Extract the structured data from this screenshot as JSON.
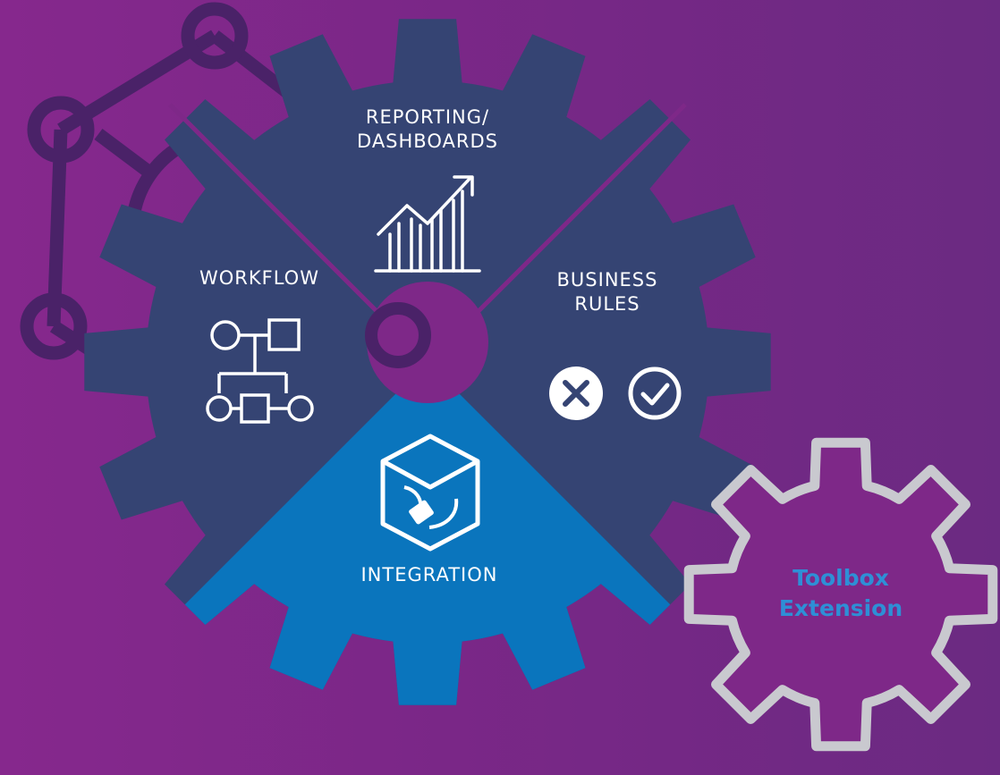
{
  "segments": [
    {
      "id": "reporting",
      "label": "REPORTING/\nDASHBOARDS",
      "icon": "bar-chart-trend-icon"
    },
    {
      "id": "workflow",
      "label": "WORKFLOW",
      "icon": "flowchart-icon"
    },
    {
      "id": "business_rules",
      "label": "BUSINESS\nRULES",
      "icon": "cross-check-icon"
    },
    {
      "id": "integration",
      "label": "INTEGRATION",
      "icon": "plug-box-icon"
    }
  ],
  "extension": {
    "line1": "Toolbox",
    "line2": "Extension"
  },
  "colors": {
    "background": "#7e2888",
    "gear": "#354473",
    "integration": "#0a75bd",
    "network": "#4a2268",
    "outline_gear": "#c9c9cf",
    "extension_text": "#2e8fd6"
  },
  "background_icon": "network-graph-icon"
}
